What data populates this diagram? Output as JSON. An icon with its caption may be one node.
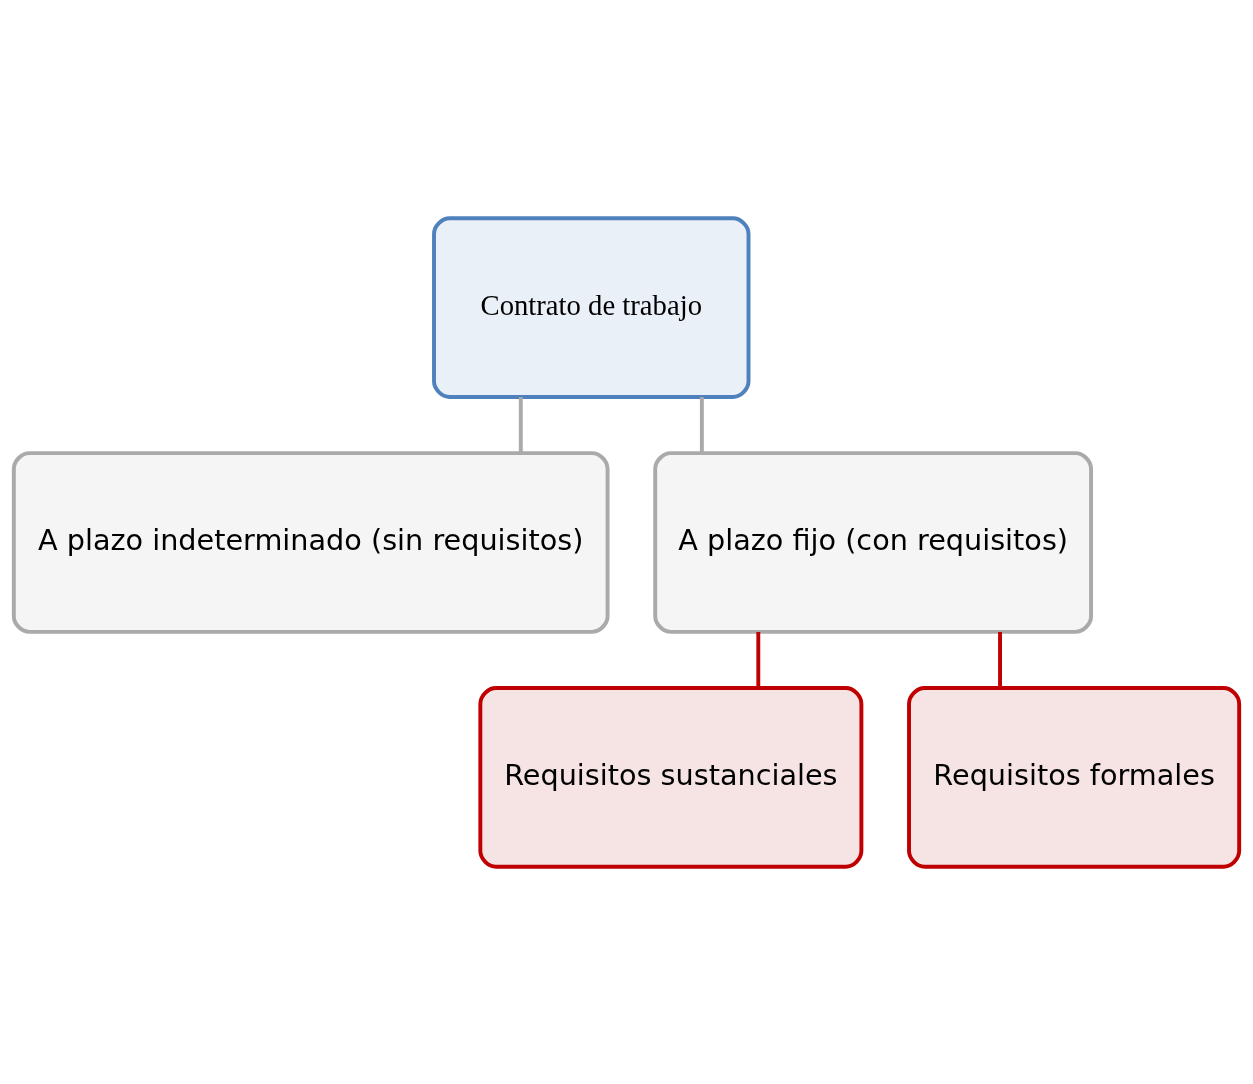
{
  "diagram": {
    "nodes": [
      {
        "text": [
          "Contrato de trabajo"
        ]
      },
      {
        "text": [
          "A plazo indeterminado (sin requisitos)"
        ]
      },
      {
        "text": [
          "A plazo fijo (con requisitos)"
        ]
      },
      {
        "text": [
          "Requisitos sustanciales"
        ]
      },
      {
        "text": [
          "Requisitos formales"
        ]
      }
    ],
    "edges": [
      {
        "from": 0,
        "to": 1,
        "arrow": "none",
        "color": "#aaaaaa"
      },
      {
        "from": 0,
        "to": 2,
        "arrow": "none",
        "color": "#aaaaaa"
      },
      {
        "from": 2,
        "to": 3,
        "arrow": "none",
        "color": "#c00000"
      },
      {
        "from": 2,
        "to": 4,
        "arrow": "none",
        "color": "#c00000"
      }
    ]
  }
}
